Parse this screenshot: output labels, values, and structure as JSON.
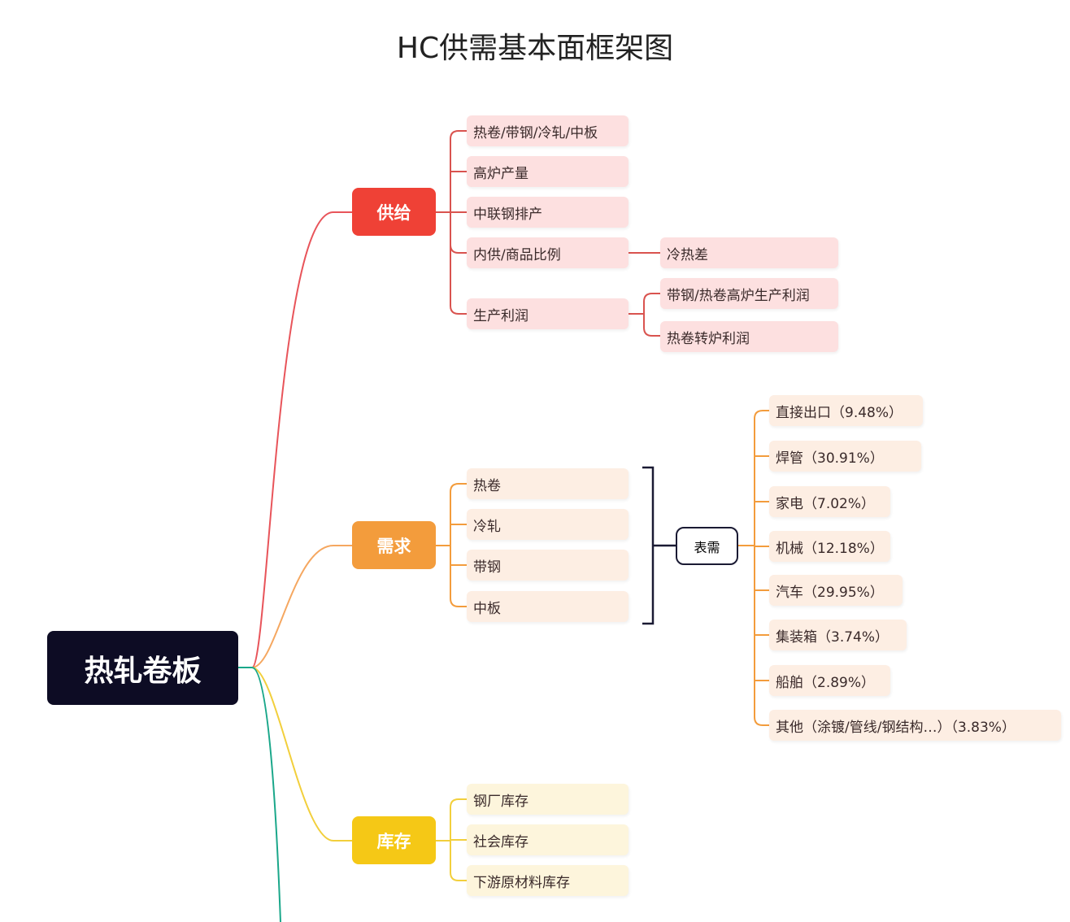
{
  "title": "HC供需基本面框架图",
  "root": "热轧卷板",
  "colors": {
    "root": "#0d0c24",
    "supply": "#ef4136",
    "demand": "#f39c3c",
    "inventory": "#f5c816",
    "fourth": "#1aa78a"
  },
  "supply": {
    "label": "供给",
    "items": [
      "热卷/带钢/冷轧/中板",
      "高炉产量",
      "中联钢排产",
      "内供/商品比例",
      "生产利润"
    ],
    "ratio_child": "冷热差",
    "profit_children": [
      "带钢/热卷高炉生产利润",
      "热卷转炉利润"
    ]
  },
  "demand": {
    "label": "需求",
    "items": [
      "热卷",
      "冷轧",
      "带钢",
      "中板"
    ],
    "apparent": "表需",
    "sectors": [
      "直接出口（9.48%）",
      "焊管（30.91%）",
      "家电（7.02%）",
      "机械（12.18%）",
      "汽车（29.95%）",
      "集装箱（3.74%）",
      "船舶（2.89%）",
      "其他（涂镀/管线/钢结构…）（3.83%）"
    ]
  },
  "inventory": {
    "label": "库存",
    "items": [
      "钢厂库存",
      "社会库存",
      "下游原材料库存"
    ]
  }
}
